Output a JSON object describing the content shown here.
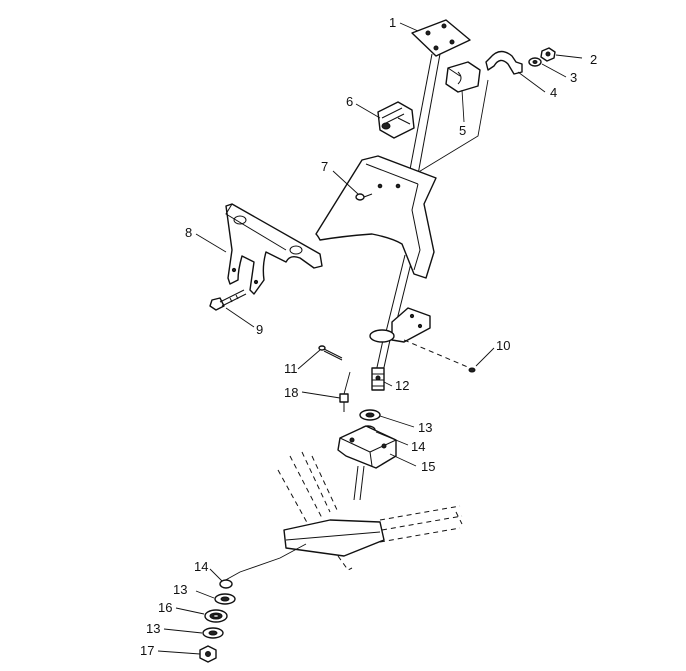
{
  "callouts": [
    {
      "id": "1",
      "label": "1"
    },
    {
      "id": "2",
      "label": "2"
    },
    {
      "id": "3",
      "label": "3"
    },
    {
      "id": "4",
      "label": "4"
    },
    {
      "id": "5",
      "label": "5"
    },
    {
      "id": "6",
      "label": "6"
    },
    {
      "id": "7",
      "label": "7"
    },
    {
      "id": "8",
      "label": "8"
    },
    {
      "id": "9",
      "label": "9"
    },
    {
      "id": "10",
      "label": "10"
    },
    {
      "id": "11",
      "label": "11"
    },
    {
      "id": "12",
      "label": "12"
    },
    {
      "id": "18",
      "label": "18"
    },
    {
      "id": "13a",
      "label": "13"
    },
    {
      "id": "14a",
      "label": "14"
    },
    {
      "id": "15",
      "label": "15"
    },
    {
      "id": "14b",
      "label": "14"
    },
    {
      "id": "13b",
      "label": "13"
    },
    {
      "id": "16",
      "label": "16"
    },
    {
      "id": "13c",
      "label": "13"
    },
    {
      "id": "17",
      "label": "17"
    }
  ]
}
